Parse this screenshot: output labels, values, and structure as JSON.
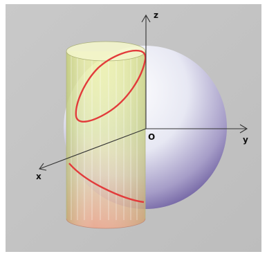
{
  "axes": {
    "z_label": "z",
    "y_label": "y",
    "x_label": "x",
    "origin_label": "O"
  },
  "colors": {
    "panel": "#c7c7c7",
    "cylinder_top": "#e7ef9b",
    "cylinder_bottom": "#f0a88c",
    "sphere_light": "#ffffff",
    "sphere_dark": "#52408c",
    "intersection_curve": "#e23b3b",
    "axis": "#333333"
  }
}
